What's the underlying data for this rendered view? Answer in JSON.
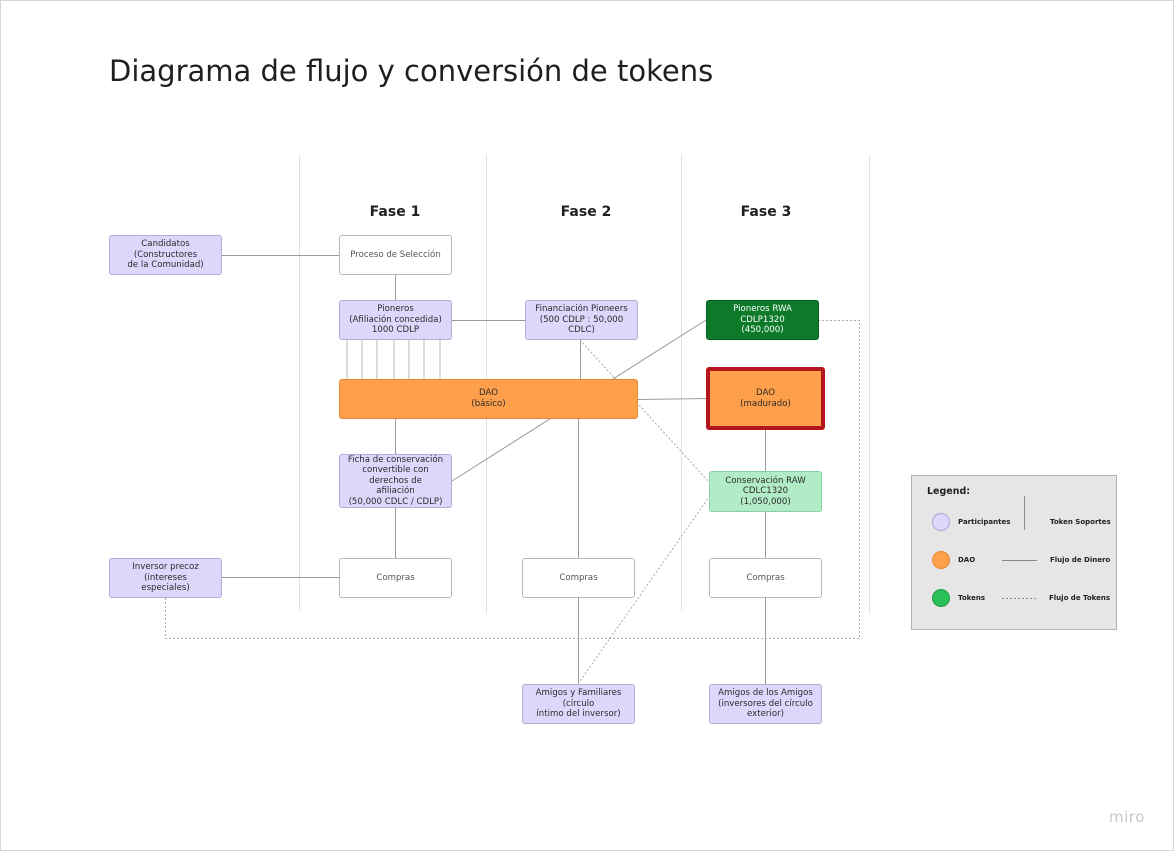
{
  "title": "Diagrama de flujo y conversión de tokens",
  "phases": [
    "Fase 1",
    "Fase 2",
    "Fase 3"
  ],
  "nodes": {
    "candidatos": "Candidatos (Constructores\nde la Comunidad)",
    "proceso": "Proceso de Selección",
    "pioneros": "Pioneros\n(Afiliación concedida)\n1000 CDLP",
    "financiacion": "Financiación Pioneers\n(500 CDLP : 50,000 CDLC)",
    "pioneros_rwa": "Pioneros RWA\nCDLP1320\n(450,000)",
    "dao_basico": "DAO\n(básico)",
    "dao_madurado": "DAO\n(madurado)",
    "ficha": "Ficha de conservación\nconvertible con derechos de\nafiliación\n(50,000 CDLC / CDLP)",
    "conservacion_raw": "Conservación RAW\nCDLC1320\n(1,050,000)",
    "inversor": "Inversor precoz (intereses\nespeciales)",
    "compras1": "Compras",
    "compras2": "Compras",
    "compras3": "Compras",
    "amigos_familiares": "Amigos y Familiares (círculo\níntimo del inversor)",
    "amigos_amigos": "Amigos de los Amigos\n(inversores del círculo\nexterior)"
  },
  "legend": {
    "title": "Legend:",
    "items": [
      {
        "label": "Participantes",
        "color": "#dcd8fb"
      },
      {
        "label": "DAO",
        "color": "#fea04b"
      },
      {
        "label": "Tokens",
        "color": "#2bbf57"
      }
    ],
    "lines": [
      "Token Soportes",
      "Flujo de Dinero",
      "Flujo de Tokens"
    ]
  },
  "watermark": "miro",
  "colors": {
    "participant": "#dcd8fb",
    "dao": "#fea04b",
    "dao_border": "#b5151c",
    "token_dark": "#0c7a29",
    "token_light": "#b1ecc7",
    "legend_token": "#2bbf57"
  }
}
